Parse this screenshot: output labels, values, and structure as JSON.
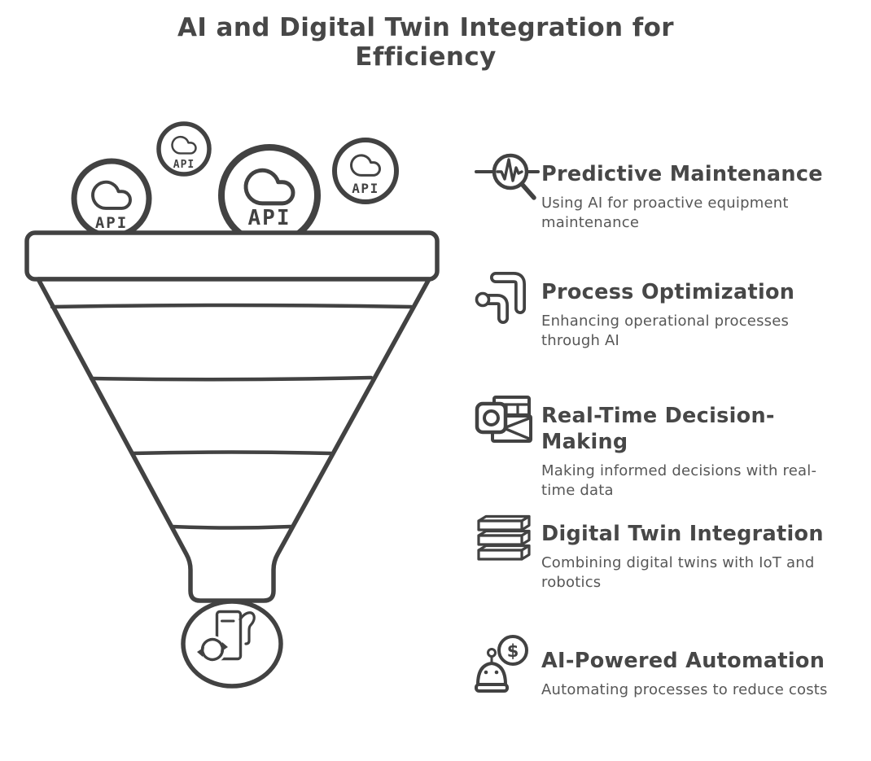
{
  "title": "AI and Digital Twin Integration for\nEfficiency",
  "colors": {
    "ink": "#424242",
    "title_text": "#474747",
    "desc_text": "#575757",
    "background": "#ffffff"
  },
  "funnel": {
    "api_label": "API",
    "api_circle_icons": [
      "cloud-api-icon",
      "cloud-api-icon",
      "cloud-api-icon",
      "cloud-api-icon"
    ],
    "segment_count": 5,
    "bottom_icon": "fuel-pump-sync-icon"
  },
  "items": [
    {
      "icon": "pulse-magnifier-icon",
      "title": "Predictive Maintenance",
      "description": "Using AI for proactive equipment\nmaintenance"
    },
    {
      "icon": "process-flow-icon",
      "title": "Process Optimization",
      "description": "Enhancing operational processes\nthrough AI"
    },
    {
      "icon": "realtime-cards-icon",
      "title": "Real-Time Decision-Making",
      "description": "Making informed decisions with real-\ntime data"
    },
    {
      "icon": "stacked-layers-icon",
      "title": "Digital Twin Integration",
      "description": "Combining digital twins with IoT and\nrobotics"
    },
    {
      "icon": "robot-dollar-icon",
      "title": "AI-Powered Automation",
      "description": "Automating processes to reduce costs",
      "coin_symbol": "$"
    }
  ]
}
